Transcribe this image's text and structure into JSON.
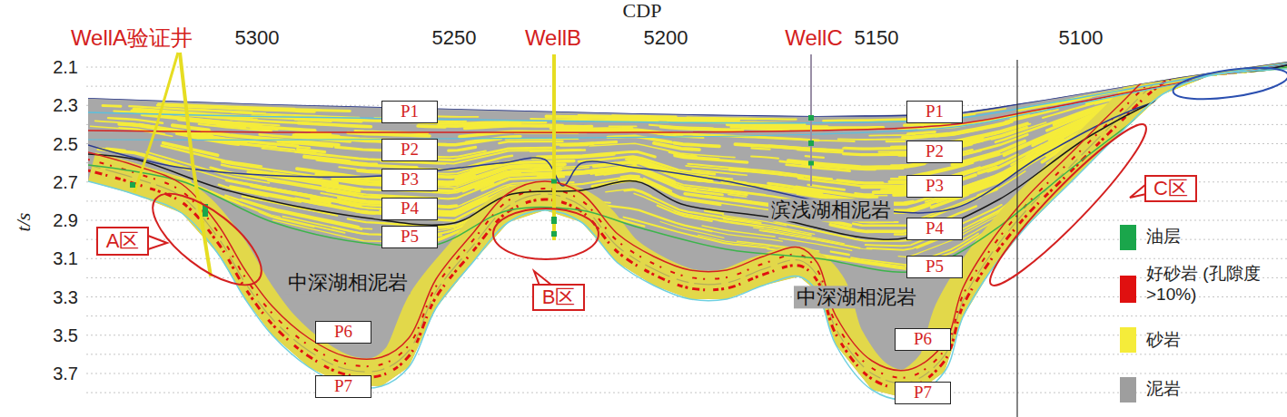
{
  "diagram": {
    "nodes": [
      {
        "text": [
          "P1"
        ]
      },
      {
        "text": [
          "P1"
        ]
      },
      {
        "text": [
          "P2"
        ]
      },
      {
        "text": [
          "P2"
        ]
      },
      {
        "text": [
          "P3"
        ]
      },
      {
        "text": [
          "P3"
        ]
      },
      {
        "text": [
          "C区"
        ]
      },
      {
        "text": [
          "P4"
        ]
      },
      {
        "text": [
          "P4"
        ]
      },
      {
        "text": [
          "A区"
        ]
      },
      {
        "text": [
          "P5"
        ]
      },
      {
        "text": [
          "P5"
        ]
      },
      {
        "text": [
          "B区"
        ]
      },
      {
        "text": [
          "P6"
        ]
      },
      {
        "text": [
          "P6"
        ]
      },
      {
        "text": [
          "P7"
        ]
      },
      {
        "text": [
          "P7"
        ]
      }
    ],
    "labels": [
      "CDP",
      "WellA验证井",
      "5300",
      "5250",
      "WellB",
      "5200",
      "WellC",
      "5150",
      "5100",
      "t/s",
      "2.1",
      "2.3",
      "2.5",
      "2.7",
      "2.9",
      "3.1",
      "3.3",
      "3.5",
      "3.7",
      "滨浅湖相泥岩",
      "中深湖相泥岩",
      "中深湖相泥岩"
    ],
    "legend": [
      {
        "text": "油层",
        "color": "#1aa64b"
      },
      {
        "text": "好砂岩 (孔隙度>10%)",
        "color": "#e01010"
      },
      {
        "text": "砂岩",
        "color": "#f5ec3a"
      },
      {
        "text": "泥岩",
        "color": "#9e9e9e"
      }
    ]
  }
}
